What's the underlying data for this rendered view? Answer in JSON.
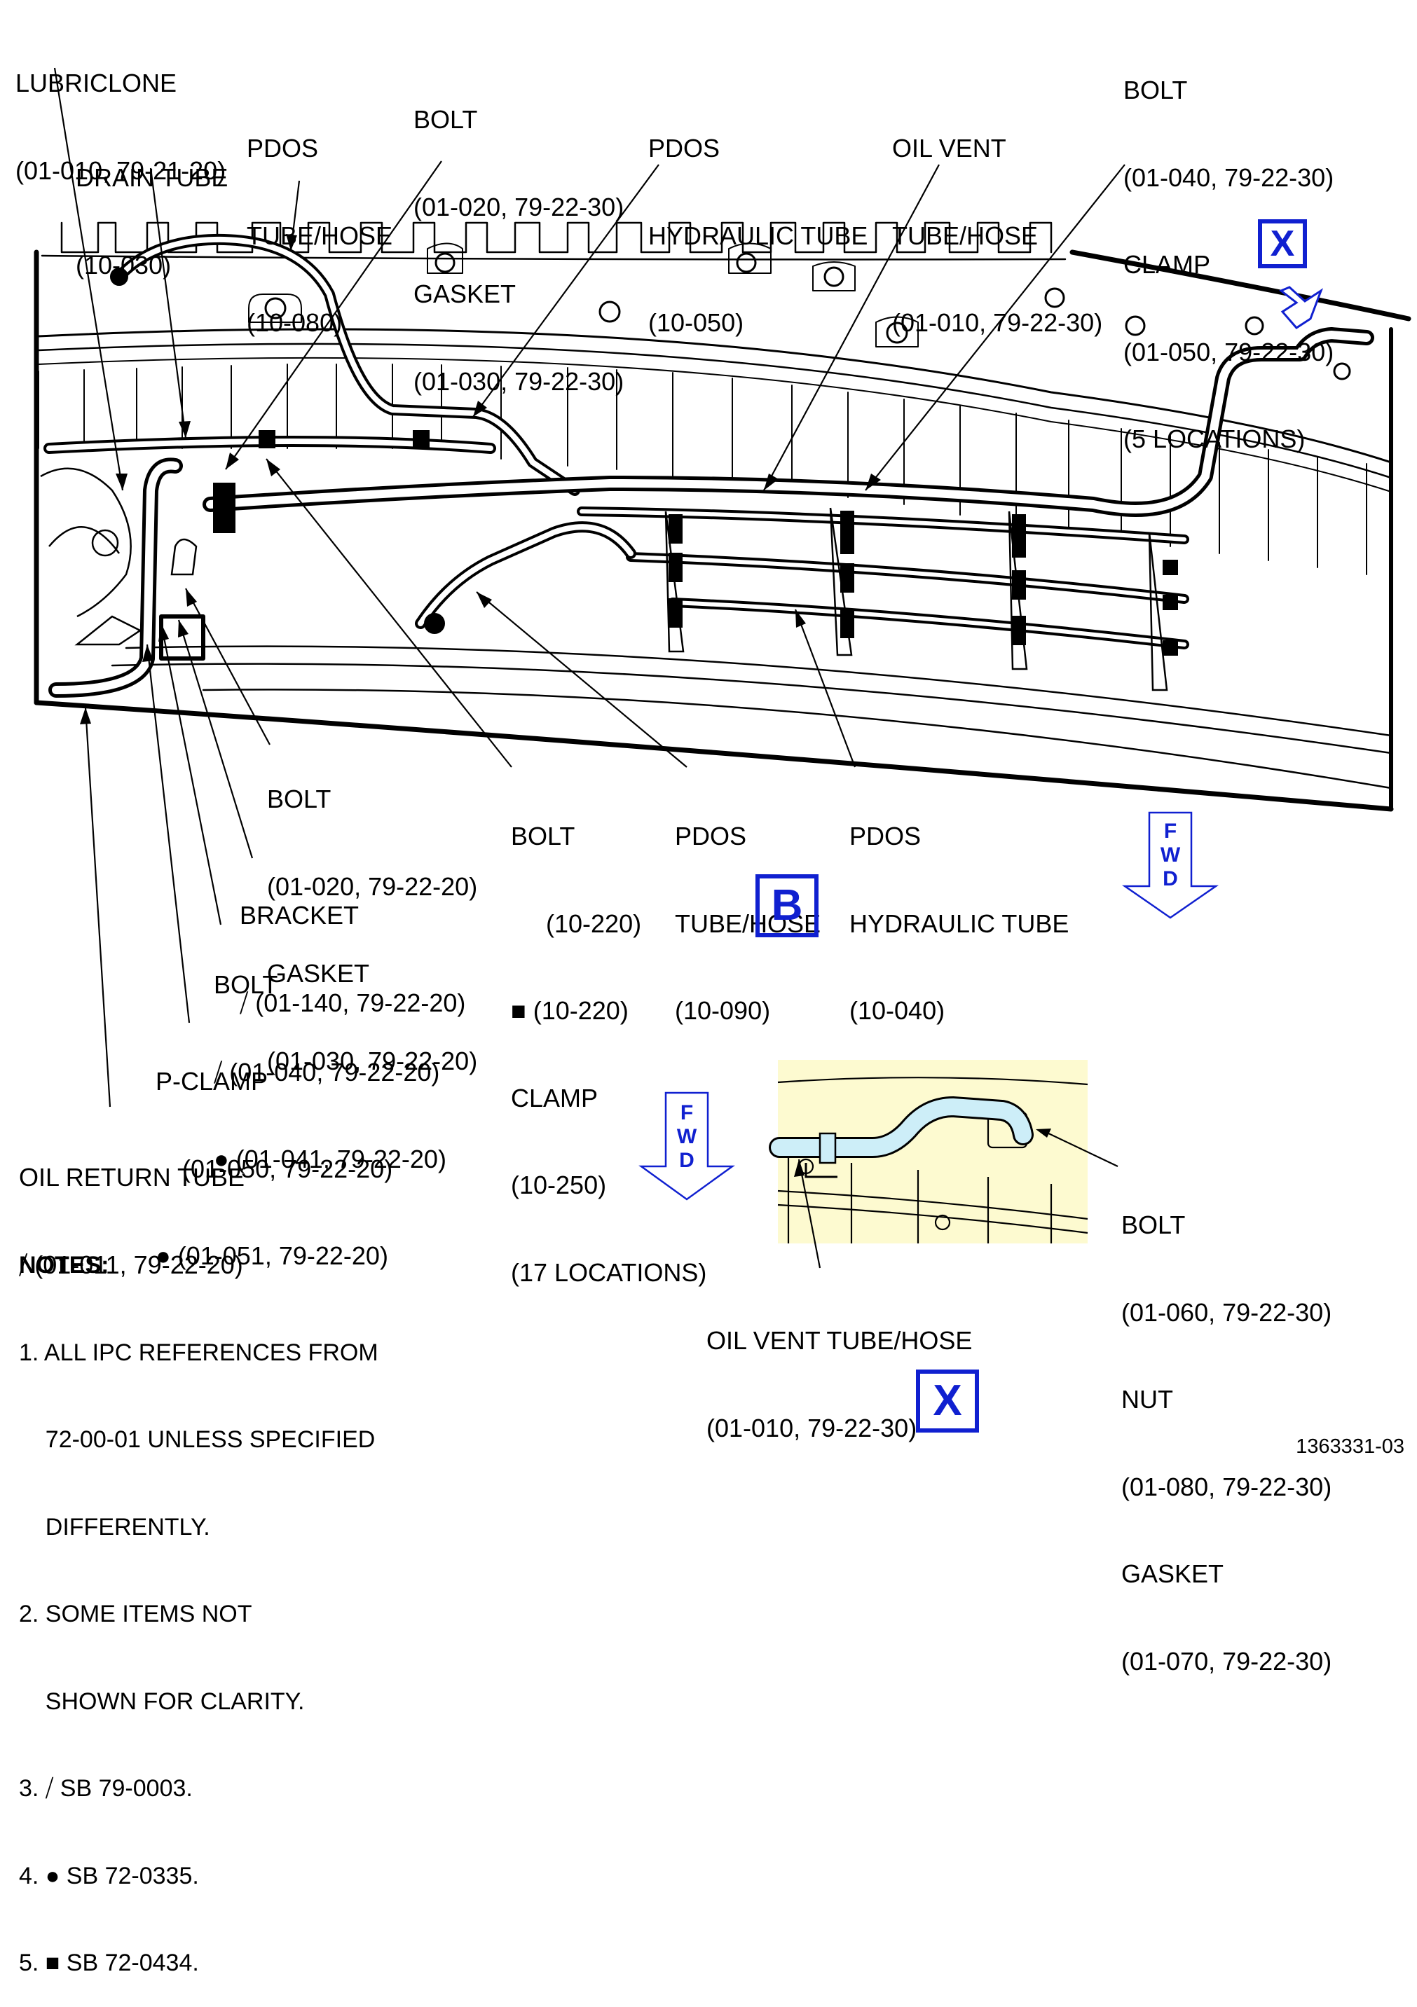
{
  "labels": {
    "lubriclone": [
      "LUBRICLONE",
      "(01-010, 79-21-20)"
    ],
    "drain_tube": [
      "DRAIN TUBE",
      "(10-030)"
    ],
    "pdos_tube_hose_top": [
      "PDOS",
      "TUBE/HOSE",
      "(10-080)"
    ],
    "bolt_gasket_top": [
      "BOLT",
      "(01-020, 79-22-30)",
      "GASKET",
      "(01-030, 79-22-30)"
    ],
    "pdos_hyd_tube_top": [
      "PDOS",
      "HYDRAULIC TUBE",
      "(10-050)"
    ],
    "oil_vent_tube_top": [
      "OIL VENT",
      "TUBE/HOSE",
      "(01-010, 79-22-30)"
    ],
    "bolt_clamp_top": [
      "BOLT",
      "(01-040, 79-22-30)",
      "CLAMP",
      "(01-050, 79-22-30)",
      "(5 LOCATIONS)"
    ],
    "bolt_gasket_mid": [
      "BOLT",
      "(01-020, 79-22-20)",
      "GASKET",
      "(01-030, 79-22-20)"
    ],
    "bracket": [
      "BRACKET",
      "⧸ (01-140, 79-22-20)"
    ],
    "bolt_low": [
      "BOLT",
      "⧸ (01-040, 79-22-20)",
      "● (01-041, 79-22-20)"
    ],
    "pclamp": [
      "P-CLAMP",
      "(01-050, 79-22-20)",
      "● (01-051, 79-22-20)"
    ],
    "oil_return": [
      "OIL RETURN TUBE",
      "⧸ (01-011, 79-22-20)"
    ],
    "bolt_clamp_mid": [
      "BOLT",
      "(10-220)",
      "■ (10-220)",
      "CLAMP",
      "(10-250)",
      "(17 LOCATIONS)"
    ],
    "pdos_tube_hose_mid": [
      "PDOS",
      "TUBE/HOSE",
      "(10-090)"
    ],
    "pdos_hyd_tube_mid": [
      "PDOS",
      "HYDRAULIC TUBE",
      "(10-040)"
    ],
    "bolt_nut_gasket_x": [
      "BOLT",
      "(01-060, 79-22-30)",
      "NUT",
      "(01-080, 79-22-30)",
      "GASKET",
      "(01-070, 79-22-30)"
    ],
    "oil_vent_x": [
      "OIL VENT TUBE/HOSE",
      "(01-010, 79-22-30)"
    ]
  },
  "notes": [
    "NOTES:",
    "1. ALL IPC REFERENCES FROM",
    "    72-00-01 UNLESS SPECIFIED",
    "    DIFFERENTLY.",
    "2. SOME ITEMS NOT",
    "    SHOWN FOR CLARITY.",
    "3. ⧸ SB 79-0003.",
    "4. ● SB 72-0335.",
    "5. ■ SB 72-0434."
  ],
  "view_labels": {
    "x_top": "X",
    "b": "B",
    "x_bottom": "X"
  },
  "fwd": [
    "F",
    "W",
    "D"
  ],
  "figure_code": "1363331-03",
  "colors": {
    "callout_blue": "#1020d0",
    "tube_fill": "#cdeef8",
    "detail_bg": "#fdfad0"
  }
}
